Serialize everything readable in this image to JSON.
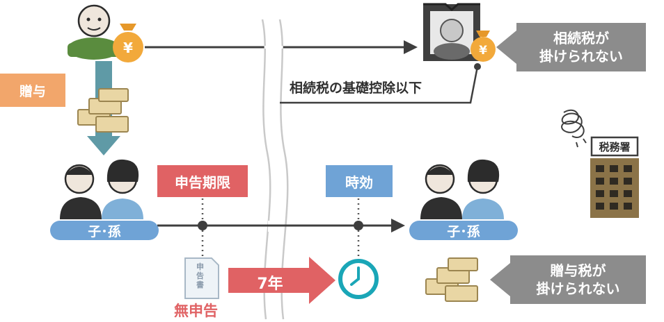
{
  "labels": {
    "gift": "贈与",
    "filing_deadline": "申告期限",
    "statute": "時効",
    "child_grandchild_left": "子･孫",
    "child_grandchild_right": "子･孫",
    "below_deduction": "相続税の基礎控除以下",
    "no_filing": "無申告",
    "seven_years": "7年",
    "tax_office": "税務署",
    "document": "申告書",
    "yen_symbol": "¥"
  },
  "notes": {
    "inheritance_tax_line1": "相続税が",
    "inheritance_tax_line2": "掛けられない",
    "gift_tax_line1": "贈与税が",
    "gift_tax_line2": "掛けられない"
  },
  "colors": {
    "orange_tag": "#f2a66b",
    "red_tag": "#e06264",
    "blue_tag": "#6fa3d6",
    "teal_arrow": "#5f9aa6",
    "gray_note": "#8c8c8c",
    "dark_line": "#3e3e3e",
    "clock": "#1aa6b7",
    "building": "#8b7348",
    "moneybag": "#f2a93b",
    "no_filing_text": "#e06264"
  },
  "icons": [
    "elder-person-icon",
    "moneybag-icon",
    "cash-stack-icon",
    "memorial-portrait-icon",
    "couple-icon",
    "document-icon",
    "clock-icon",
    "tax-office-building-icon",
    "worry-scribble-icon"
  ]
}
